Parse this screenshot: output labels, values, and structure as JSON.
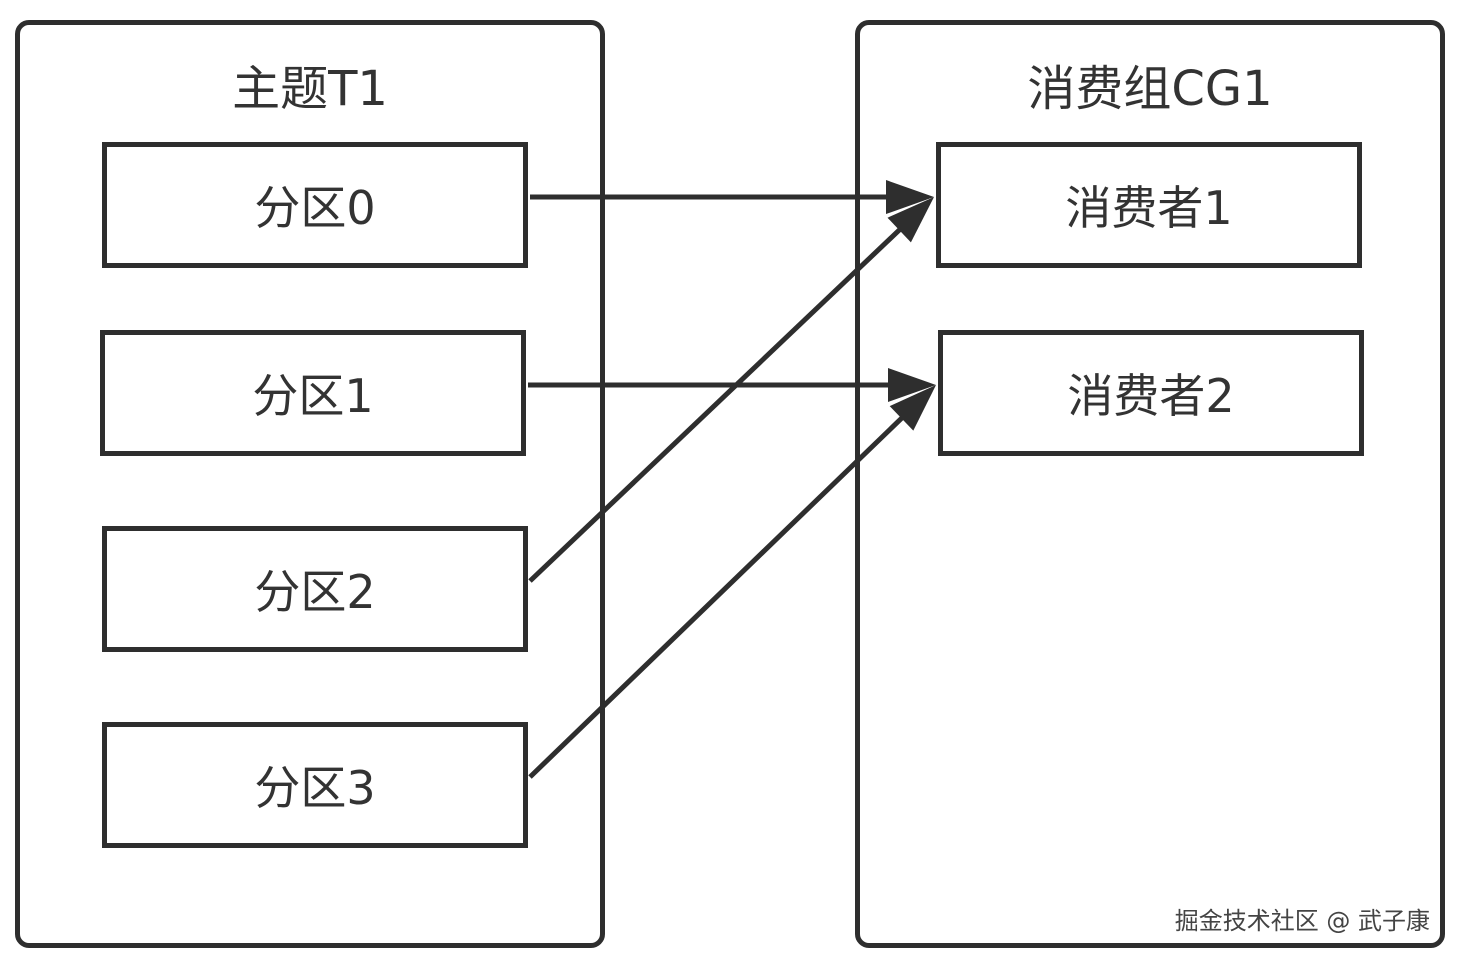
{
  "topic_group": {
    "title": "主题T1",
    "partitions": [
      "分区0",
      "分区1",
      "分区2",
      "分区3"
    ]
  },
  "consumer_group": {
    "title": "消费组CG1",
    "consumers": [
      "消费者1",
      "消费者2"
    ]
  },
  "edges": [
    {
      "from": "分区0",
      "to": "消费者1"
    },
    {
      "from": "分区1",
      "to": "消费者2"
    },
    {
      "from": "分区2",
      "to": "消费者1"
    },
    {
      "from": "分区3",
      "to": "消费者2"
    }
  ],
  "watermark": "掘金技术社区 @ 武子康",
  "colors": {
    "stroke": "#2e2e2e",
    "text": "#333333",
    "background": "#ffffff"
  }
}
